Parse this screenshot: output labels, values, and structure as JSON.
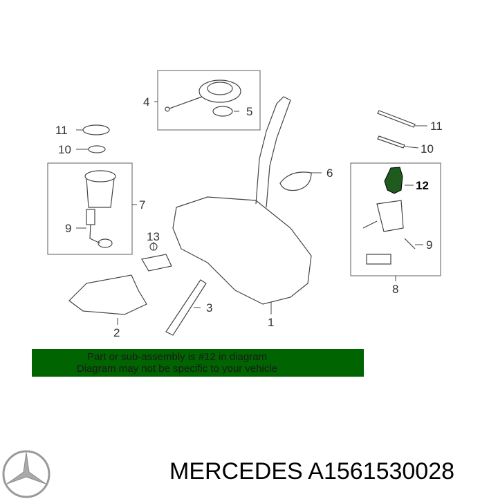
{
  "diagram": {
    "callouts": {
      "c4": "4",
      "c5": "5",
      "c11l": "11",
      "c10l": "10",
      "c7": "7",
      "c9l": "9",
      "c13": "13",
      "c3": "3",
      "c2": "2",
      "c1": "1",
      "c6": "6",
      "c11r": "11",
      "c10r": "10",
      "c12": "12",
      "c9r": "9",
      "c8": "8"
    },
    "highlighted_part": "12",
    "highlight_color": "#1f5a1f"
  },
  "banner": {
    "line1": "Part or sub-assembly is #12 in diagram",
    "line2": "Diagram may not be specific to your vehicle",
    "color": "#006400"
  },
  "footer": {
    "brand_logo": "mercedes-star-icon",
    "title": "MERCEDES A1561530028"
  }
}
